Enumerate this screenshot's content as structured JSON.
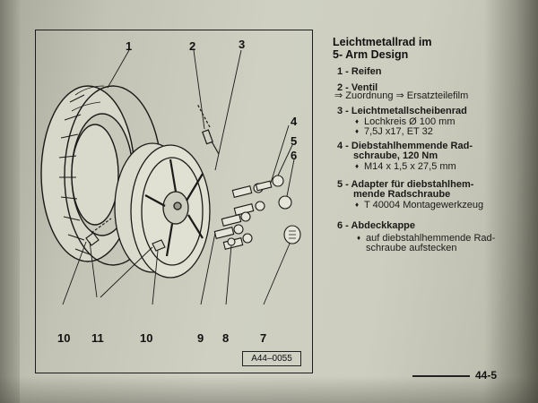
{
  "figure": {
    "callouts": {
      "c1": "1",
      "c2": "2",
      "c3": "3",
      "c4": "4",
      "c5": "5",
      "c6": "6",
      "c7": "7",
      "c8": "8",
      "c9": "9",
      "c10a": "10",
      "c11": "11",
      "c10b": "10"
    },
    "reference": "A44–0055"
  },
  "legend": {
    "title_line1": "Leichtmetallrad im",
    "title_line2": "5- Arm Design",
    "items": [
      {
        "heading": "1 - Reifen"
      },
      {
        "heading": "2 - Ventil",
        "sub": "⇒ Zuordnung ⇒ Ersatzteilefilm"
      },
      {
        "heading": "3 - Leichtmetallscheibenrad",
        "bullets": [
          "Lochkreis Ø 100 mm",
          "7,5J x17, ET 32"
        ]
      },
      {
        "heading_line1": "4 - Diebstahlhemmende Rad-",
        "heading_line2": "schraube, 120 Nm",
        "bullets": [
          "M14 x 1,5 x 27,5 mm"
        ]
      },
      {
        "heading_line1": "5 - Adapter  für  diebstahlhem-",
        "heading_line2": "mende Radschraube",
        "bullets": [
          "T 40004 Montagewerkzeug"
        ]
      },
      {
        "heading": "6 - Abdeckkappe",
        "bullets": [
          "auf diebstahlhemmende Rad-"
        ],
        "continuation": "schraube aufstecken"
      }
    ],
    "bullet_glyph": "♦"
  },
  "footer": {
    "page_number": "44-5"
  }
}
